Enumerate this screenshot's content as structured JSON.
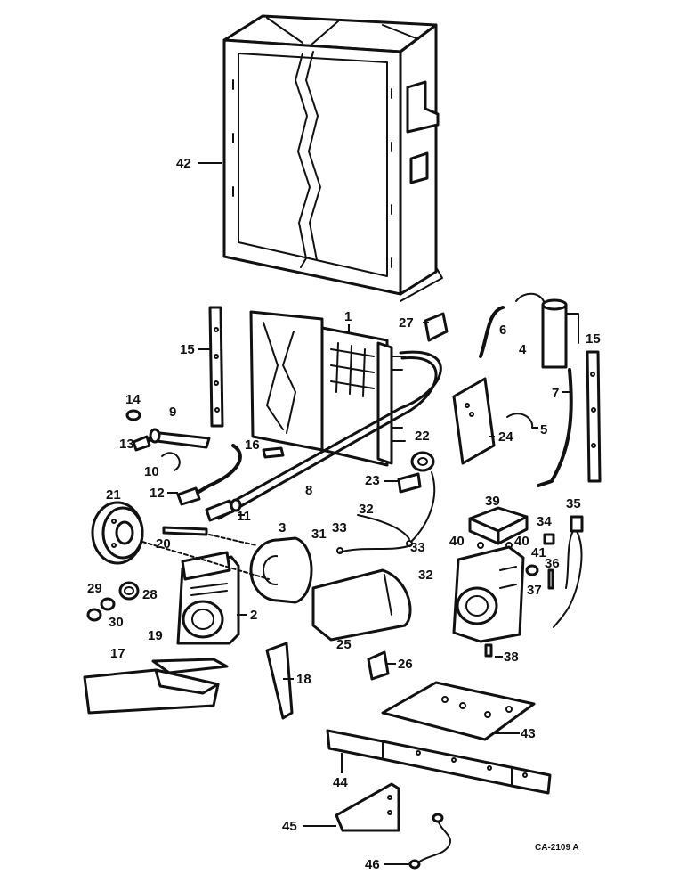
{
  "figure_code": "CA-2109 A",
  "labels": {
    "p1": "1",
    "p2": "2",
    "p3": "3",
    "p4": "4",
    "p5": "5",
    "p6": "6",
    "p7": "7",
    "p8": "8",
    "p9": "9",
    "p10": "10",
    "p11": "11",
    "p12": "12",
    "p13": "13",
    "p14": "14",
    "p15a": "15",
    "p15b": "15",
    "p16": "16",
    "p17": "17",
    "p18": "18",
    "p19": "19",
    "p20": "20",
    "p21": "21",
    "p22": "22",
    "p23": "23",
    "p24": "24",
    "p25": "25",
    "p26": "26",
    "p27": "27",
    "p28": "28",
    "p29": "29",
    "p30": "30",
    "p31": "31",
    "p32a": "32",
    "p32b": "32",
    "p33a": "33",
    "p33b": "33",
    "p34": "34",
    "p35": "35",
    "p36": "36",
    "p37": "37",
    "p38": "38",
    "p39": "39",
    "p40a": "40",
    "p40b": "40",
    "p41": "41",
    "p42": "42",
    "p43": "43",
    "p44": "44",
    "p45": "45",
    "p46": "46"
  }
}
